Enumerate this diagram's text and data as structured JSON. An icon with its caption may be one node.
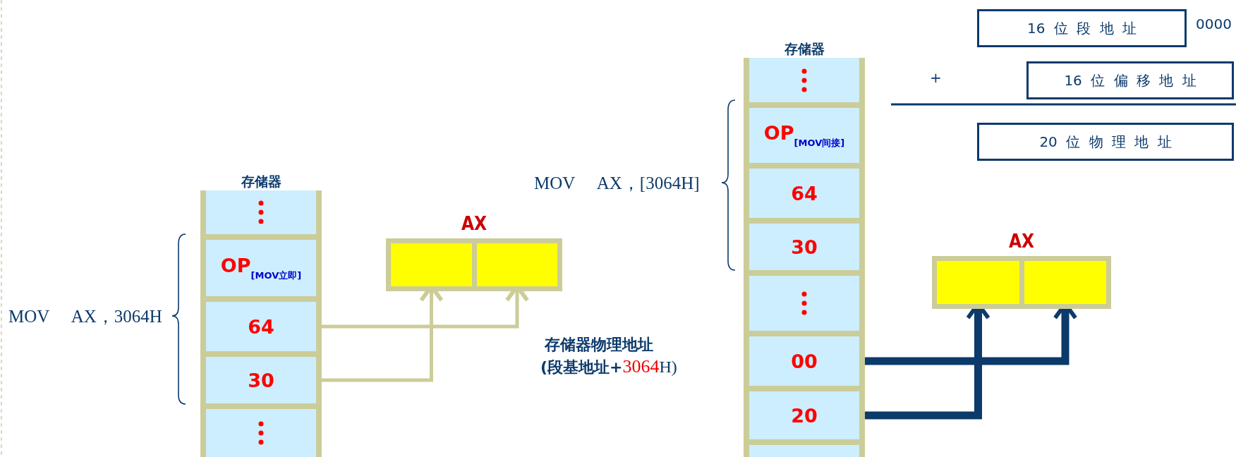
{
  "diagram": {
    "nodes": [
      {
        "text": [
          "存储器"
        ]
      },
      {
        "text": [],
        "shape": "box",
        "in": 0
      },
      {
        "text": [
          "OP$_{[MOV立即]}$"
        ],
        "in": 0
      },
      {
        "text": [
          "64"
        ],
        "in": 0
      },
      {
        "text": [
          "30"
        ],
        "in": 0
      },
      {
        "text": [],
        "shape": "box",
        "in": 0
      },
      {
        "text": [
          "AX"
        ]
      },
      {
        "text": [],
        "shape": "box",
        "in": 6
      },
      {
        "text": [],
        "shape": "box",
        "in": 6
      },
      {
        "text": [
          "16 位 段 地 址"
        ],
        "beside": [
          "0000"
        ]
      },
      {
        "text": [
          "16 位 偏 移 地 址"
        ]
      },
      {
        "text": [
          "20 位 物 理 地 址"
        ]
      },
      {
        "text": [
          "存储器"
        ]
      },
      {
        "text": [],
        "shape": "box",
        "in": 12
      },
      {
        "text": [
          "OP$_{[MOV间接]}$"
        ],
        "in": 12
      },
      {
        "text": [
          "64"
        ],
        "in": 12
      },
      {
        "text": [
          "30"
        ],
        "in": 12
      },
      {
        "text": [],
        "shape": "box",
        "in": 12
      },
      {
        "text": [
          "00"
        ],
        "in": 12
      },
      {
        "text": [
          "20"
        ],
        "in": 12
      },
      {
        "text": [],
        "shape": "box",
        "in": 12
      },
      {
        "text": [
          "AX"
        ]
      },
      {
        "text": [],
        "shape": "box",
        "in": 21
      },
      {
        "text": [],
        "shape": "box",
        "in": 21
      }
    ],
    "edges": [
      {
        "from": 3,
        "to": 8,
        "arrow": "to",
        "color": "#cccc99"
      },
      {
        "from": 4,
        "to": 7,
        "arrow": "to",
        "color": "#cccc99"
      },
      {
        "from": 18,
        "to": 23,
        "arrow": "to",
        "style": "thick",
        "color": "#0b3a6b"
      },
      {
        "from": 19,
        "to": 22,
        "arrow": "to",
        "style": "thick",
        "color": "#0b3a6b"
      }
    ],
    "labels": [
      "MOV AX，3064H",
      "MOV AX，[3064H]",
      "+",
      "存储器物理地址",
      "(段基地址+",
      "3064",
      "H)"
    ]
  }
}
